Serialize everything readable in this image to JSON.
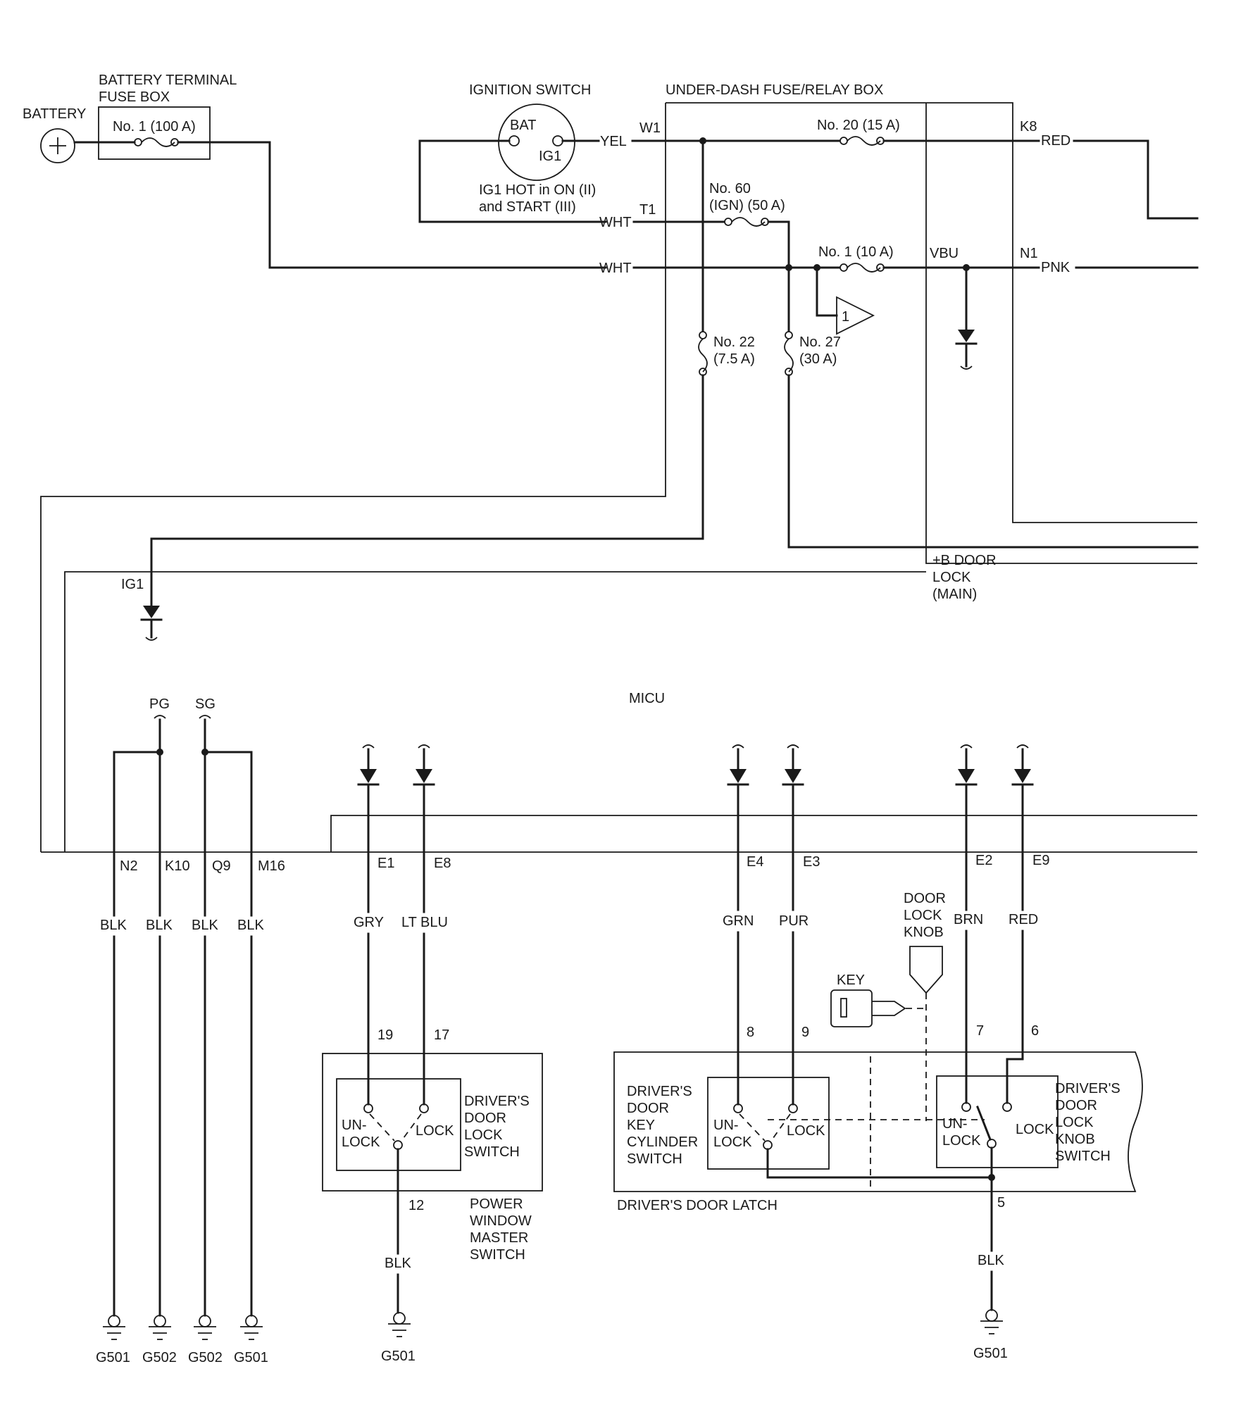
{
  "components": {
    "battery": "BATTERY",
    "battery_fuse_box": [
      "BATTERY TERMINAL",
      "FUSE BOX"
    ],
    "fuse_100": "No. 1 (100 A)",
    "ignition_switch": "IGNITION SWITCH",
    "ign_bat": "BAT",
    "ign_ig1": "IG1",
    "ig1_note": [
      "IG1 HOT in ON (II)",
      "and START (III)"
    ],
    "under_dash_box": "UNDER-DASH FUSE/RELAY BOX",
    "fuse_20": "No. 20 (15 A)",
    "fuse_60": [
      "No. 60",
      "(IGN) (50 A)"
    ],
    "fuse_1_10": "No. 1 (10 A)",
    "fuse_22": [
      "No. 22",
      "(7.5 A)"
    ],
    "fuse_27": [
      "No. 27",
      "(30 A)"
    ],
    "ref_1": "1",
    "b_door_lock": [
      "+B DOOR",
      "LOCK",
      "(MAIN)"
    ],
    "micu": "MICU",
    "ig1_micu": "IG1",
    "pg": "PG",
    "sg": "SG",
    "pw_master_switch": [
      "POWER",
      "WINDOW",
      "MASTER",
      "SWITCH"
    ],
    "drv_door_lock_switch": [
      "DRIVER'S",
      "DOOR",
      "LOCK",
      "SWITCH"
    ],
    "unlock": [
      "UN-",
      "LOCK"
    ],
    "lock": "LOCK",
    "key": "KEY",
    "door_lock_knob": [
      "DOOR",
      "LOCK",
      "KNOB"
    ],
    "key_cyl_switch": [
      "DRIVER'S",
      "DOOR",
      "KEY",
      "CYLINDER",
      "SWITCH"
    ],
    "knob_switch": [
      "DRIVER'S",
      "DOOR",
      "LOCK",
      "KNOB",
      "SWITCH"
    ],
    "door_latch": "DRIVER'S DOOR LATCH"
  },
  "terminals": {
    "w1": "W1",
    "t1": "T1",
    "k8": "K8",
    "vbu": "VBU",
    "n1": "N1",
    "n2": "N2",
    "k10": "K10",
    "q9": "Q9",
    "m16": "M16",
    "e1": "E1",
    "e8": "E8",
    "e4": "E4",
    "e3": "E3",
    "e2": "E2",
    "e9": "E9",
    "pin19": "19",
    "pin17": "17",
    "pin12": "12",
    "pin8": "8",
    "pin9": "9",
    "pin7": "7",
    "pin6": "6",
    "pin5": "5"
  },
  "wires": {
    "yel": "YEL",
    "wht_t1": "WHT",
    "wht_main": "WHT",
    "red_k8": "RED",
    "pnk": "PNK",
    "blk_n2": "BLK",
    "blk_k10": "BLK",
    "blk_q9": "BLK",
    "blk_m16": "BLK",
    "gry": "GRY",
    "ltblu": "LT BLU",
    "grn": "GRN",
    "pur": "PUR",
    "brn": "BRN",
    "red_e9": "RED",
    "blk_pw": "BLK",
    "blk_latch": "BLK"
  },
  "grounds": {
    "g1": "G501",
    "g2": "G502",
    "g3": "G502",
    "g4": "G501",
    "g5": "G501",
    "g6": "G501"
  }
}
